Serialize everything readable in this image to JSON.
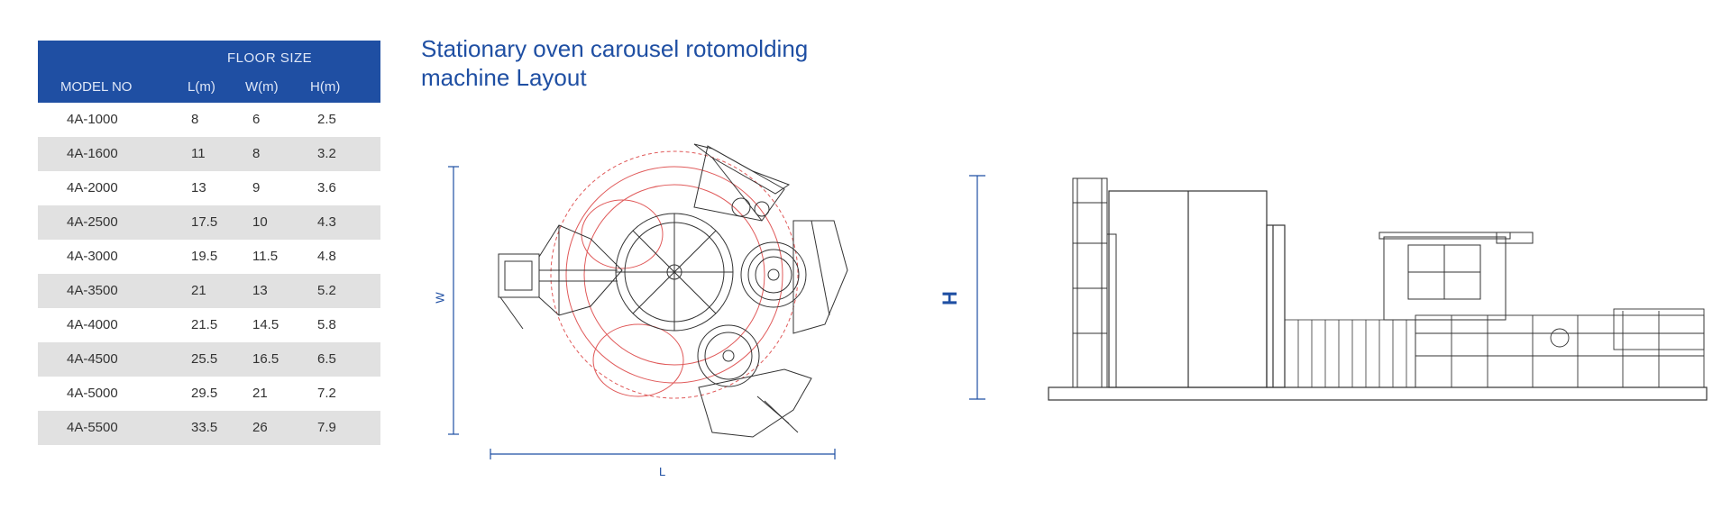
{
  "table": {
    "group_header": "FLOOR SIZE",
    "columns": [
      "MODEL NO",
      "L(m)",
      "W(m)",
      "H(m)"
    ],
    "rows": [
      {
        "model": "4A-1000",
        "l": "8",
        "w": "6",
        "h": "2.5"
      },
      {
        "model": "4A-1600",
        "l": "11",
        "w": "8",
        "h": "3.2"
      },
      {
        "model": "4A-2000",
        "l": "13",
        "w": "9",
        "h": "3.6"
      },
      {
        "model": "4A-2500",
        "l": "17.5",
        "w": "10",
        "h": "4.3"
      },
      {
        "model": "4A-3000",
        "l": "19.5",
        "w": "11.5",
        "h": "4.8"
      },
      {
        "model": "4A-3500",
        "l": "21",
        "w": "13",
        "h": "5.2"
      },
      {
        "model": "4A-4000",
        "l": "21.5",
        "w": "14.5",
        "h": "5.8"
      },
      {
        "model": "4A-4500",
        "l": "25.5",
        "w": "16.5",
        "h": "6.5"
      },
      {
        "model": "4A-5000",
        "l": "29.5",
        "w": "21",
        "h": "7.2"
      },
      {
        "model": "4A-5500",
        "l": "33.5",
        "w": "26",
        "h": "7.9"
      }
    ]
  },
  "title": {
    "line1": "Stationary oven carousel rotomolding",
    "line2": "machine Layout"
  },
  "dimensions": {
    "w_label": "W",
    "l_label": "L",
    "h_label": "H"
  },
  "colors": {
    "header_bg": "#1f4fa3",
    "accent": "#1f4fa3",
    "row_alt": "#e1e1e1",
    "path_red": "#e05a5a",
    "line": "#333333"
  }
}
